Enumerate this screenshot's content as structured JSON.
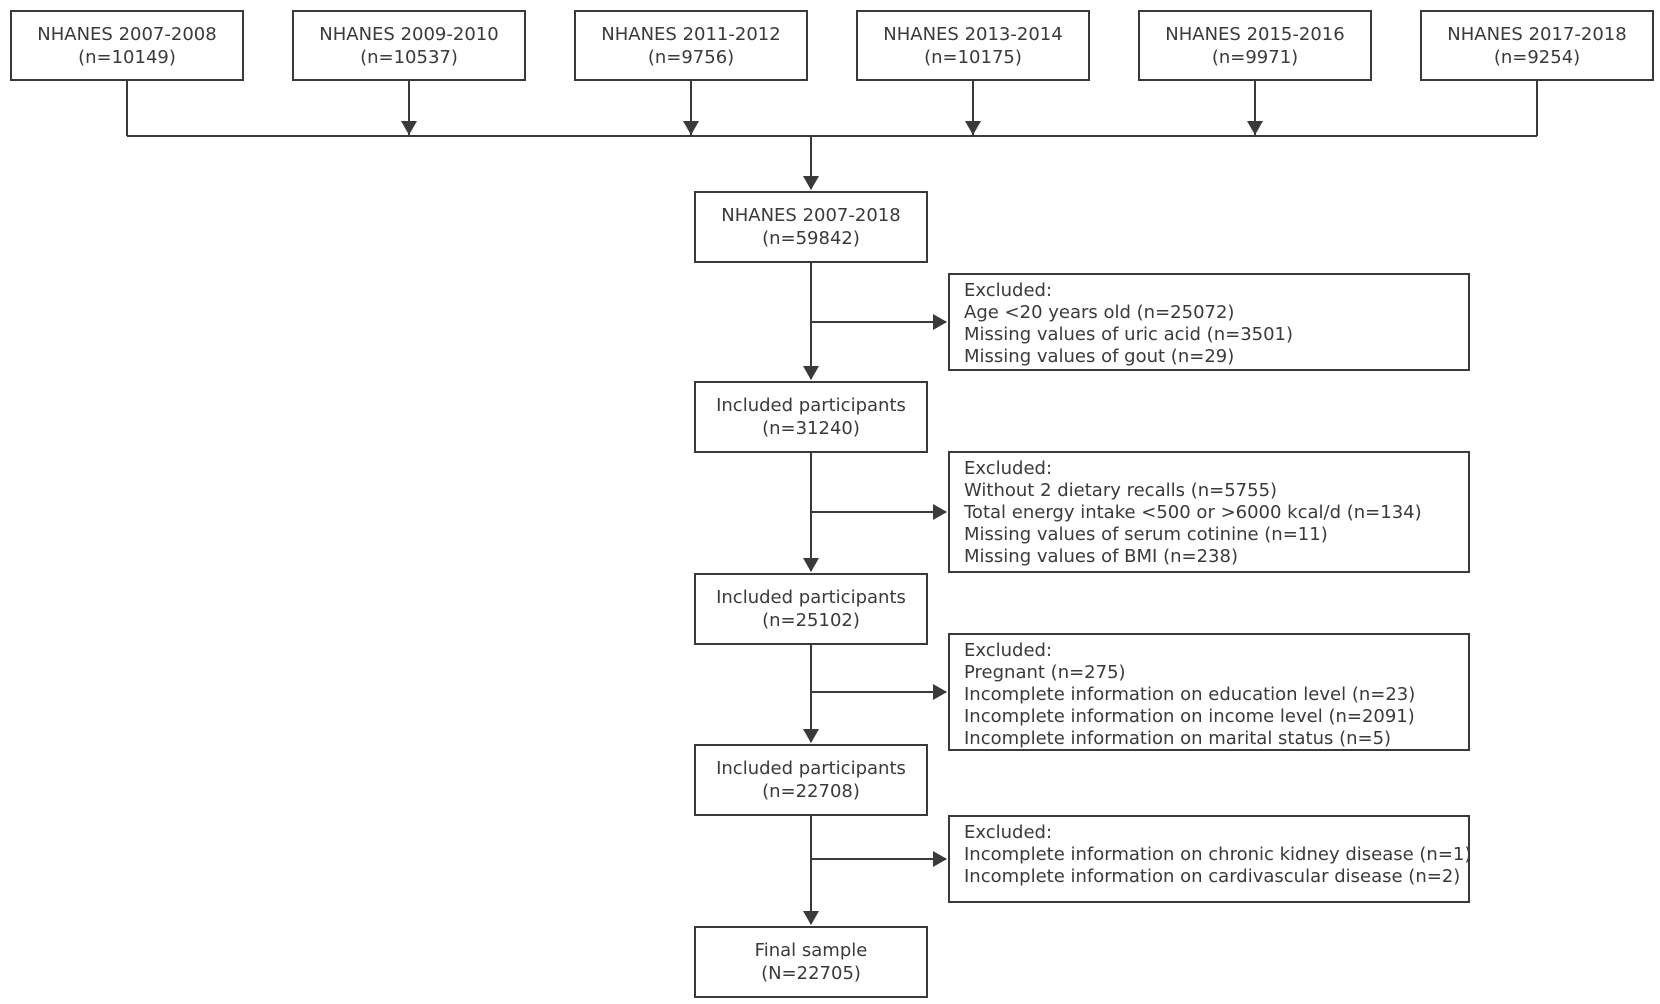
{
  "sources": [
    {
      "id": "s1",
      "title": "NHANES 2007-2008",
      "n": "(n=10149)"
    },
    {
      "id": "s2",
      "title": "NHANES 2009-2010",
      "n": "(n=10537)"
    },
    {
      "id": "s3",
      "title": "NHANES 2011-2012",
      "n": "(n=9756)"
    },
    {
      "id": "s4",
      "title": "NHANES 2013-2014",
      "n": "(n=10175)"
    },
    {
      "id": "s5",
      "title": "NHANES 2015-2016",
      "n": "(n=9971)"
    },
    {
      "id": "s6",
      "title": "NHANES 2017-2018",
      "n": "(n=9254)"
    }
  ],
  "steps": [
    {
      "id": "combined",
      "title": "NHANES 2007-2018",
      "n": "(n=59842)"
    },
    {
      "id": "included1",
      "title": "Included participants",
      "n": "(n=31240)"
    },
    {
      "id": "included2",
      "title": "Included participants",
      "n": "(n=25102)"
    },
    {
      "id": "included3",
      "title": "Included participants",
      "n": "(n=22708)"
    },
    {
      "id": "final",
      "title": "Final sample",
      "n": "(N=22705)"
    }
  ],
  "exclusions": [
    {
      "id": "ex1",
      "lines": [
        "Excluded:",
        "Age <20 years old (n=25072)",
        "Missing values of uric acid (n=3501)",
        "Missing values of gout (n=29)"
      ]
    },
    {
      "id": "ex2",
      "lines": [
        "Excluded:",
        "Without 2 dietary recalls (n=5755)",
        "Total energy intake <500 or >6000 kcal/d (n=134)",
        "Missing values of serum cotinine (n=11)",
        "Missing values of BMI (n=238)"
      ]
    },
    {
      "id": "ex3",
      "lines": [
        "Excluded:",
        "Pregnant (n=275)",
        "Incomplete information on education level (n=23)",
        "Incomplete information on income level (n=2091)",
        "Incomplete information on marital status (n=5)"
      ]
    },
    {
      "id": "ex4",
      "lines": [
        "Excluded:",
        "Incomplete information on chronic kidney disease (n=1)",
        "Incomplete information on cardivascular disease (n=2)"
      ]
    }
  ],
  "colors": {
    "stroke": "#3a3a3a",
    "background": "#ffffff"
  }
}
